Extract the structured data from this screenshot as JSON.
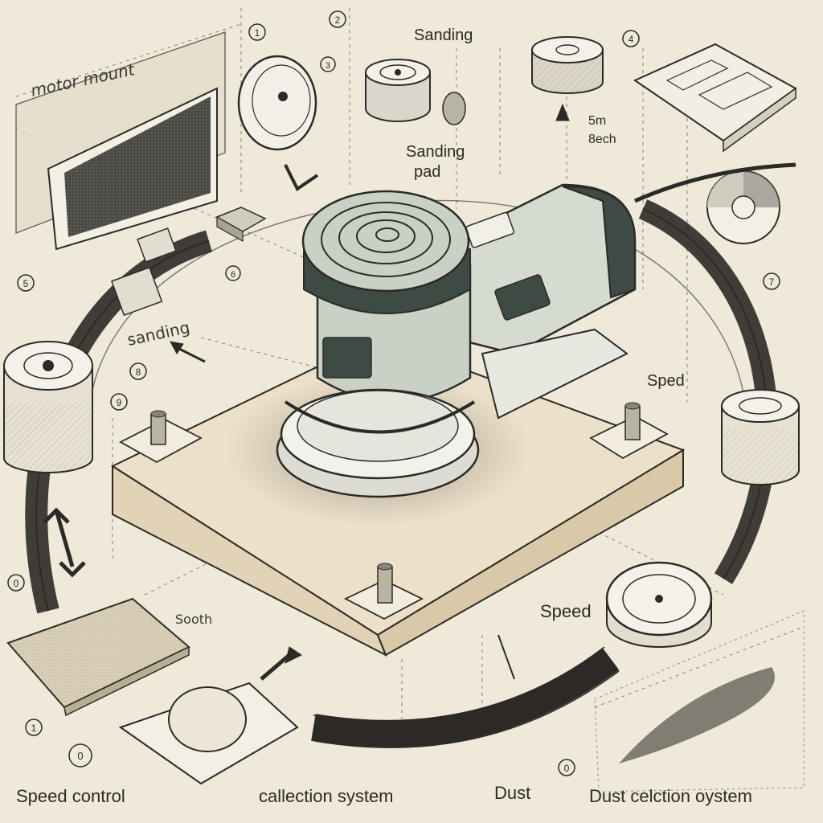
{
  "labels": {
    "corner": "motor mount",
    "sanding_top": "Sanding",
    "sanding_pad_l1": "Sanding",
    "sanding_pad_l2": "pad",
    "sanding_left": "sanding",
    "speed_right": "Sped",
    "speed_lower": "Speed",
    "sooth": "Sooth",
    "note_l1": "5m",
    "note_l2": "8ech",
    "speed_control": "Speed control",
    "collection_system": "callection system",
    "dust": "Dust",
    "dust_collection_system": "Dust celction oystem"
  },
  "markers": [
    "1",
    "2",
    "3",
    "4",
    "5",
    "6",
    "7",
    "8",
    "9",
    "0"
  ],
  "colors": {
    "paper": "#efe9da",
    "ink": "#2c2a26",
    "tool_body": "#c9d0c4",
    "tool_dark": "#3e4a44",
    "board": "#ece0c8"
  }
}
